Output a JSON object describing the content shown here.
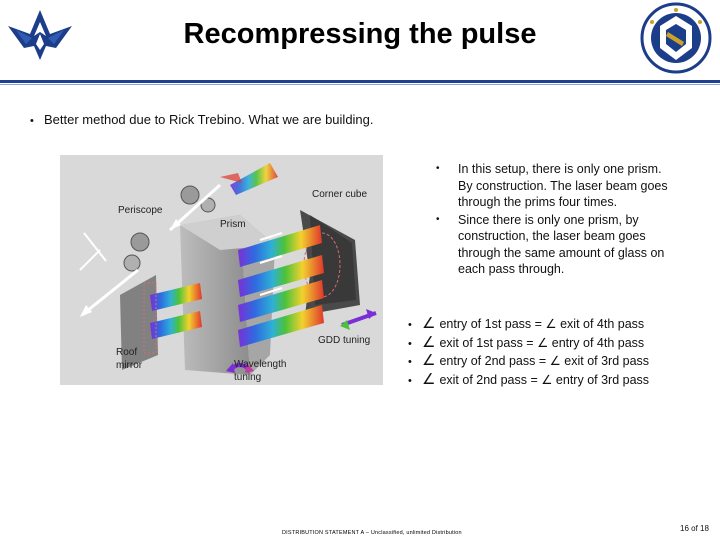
{
  "slide": {
    "title": "Recompressing the pulse",
    "main_bullet": "Better method due to Rick Trebino. What we are building.",
    "right_bullets": [
      "In this setup, there is only one prism. By construction. The laser beam goes through the prims four times.",
      "Since there is only one prism, by construction, the laser beam goes through the same amount of glass on each pass through."
    ],
    "angle_symbol": "∠",
    "angle_bullets": [
      "entry of 1st pass = ∠ exit of 4th pass",
      "exit of 1st pass = ∠ entry of 4th pass",
      "entry of 2nd pass = ∠ exit of 3rd pass",
      "exit of 2nd pass = ∠ entry of 3rd pass"
    ],
    "footer": "DISTRIBUTION STATEMENT A – Unclassified, unlimited Distribution",
    "page_number": "16 of 18"
  },
  "figure": {
    "labels": {
      "periscope": "Periscope",
      "prism": "Prism",
      "corner_cube": "Corner cube",
      "roof_mirror_1": "Roof",
      "roof_mirror_2": "mirror",
      "gdd_tuning": "GDD tuning",
      "wavelength_1": "Wavelength",
      "wavelength_2": "tuning"
    }
  },
  "colors": {
    "title_rule": "#1f3f8f",
    "logo_blue": "#1b3d8a",
    "figure_bg": "#d9d9d9"
  },
  "icons": [
    "air-force-wings-logo",
    "afrl-seal-logo"
  ]
}
